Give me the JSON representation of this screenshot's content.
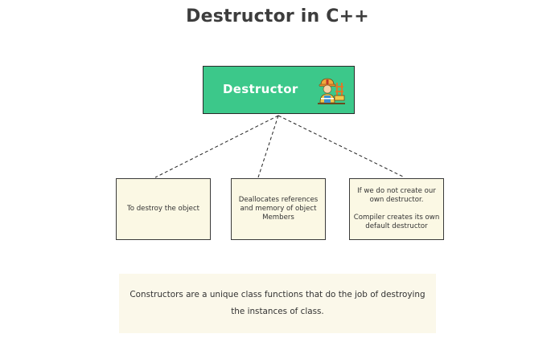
{
  "title": "Destructor in C++",
  "root": {
    "label": "Destructor",
    "icon": "construction-worker-icon",
    "color": "#3cc88a"
  },
  "children": [
    {
      "text": "To destroy the object"
    },
    {
      "text": "Deallocates references and memory of object Members"
    },
    {
      "text": "If we do not create our own destructor.\n\nCompiler creates its own default destructor"
    }
  ],
  "note": {
    "text": "Constructors are a unique class functions that do the job of destroying the instances of class."
  },
  "colors": {
    "child_fill": "#fbf8e4",
    "note_fill": "#fbf8ea",
    "title": "#3d3d3d"
  }
}
